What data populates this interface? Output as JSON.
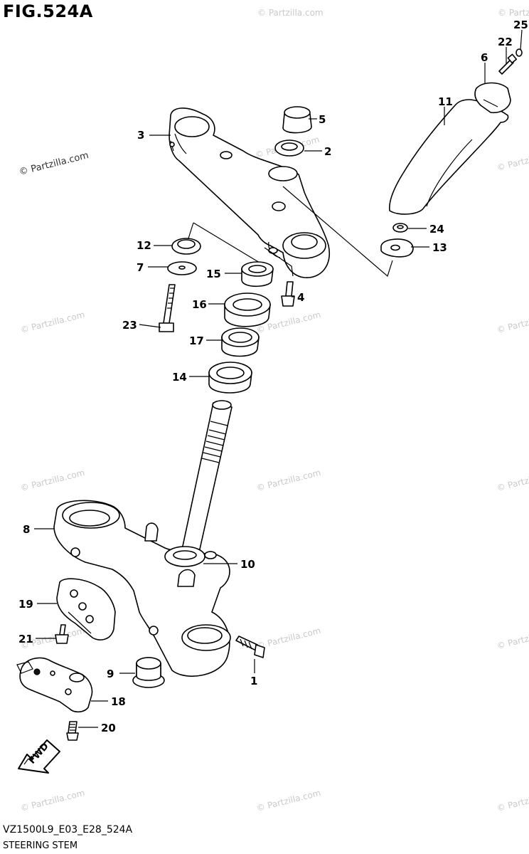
{
  "figure_title": "FIG.524A",
  "footer": {
    "code": "VZ1500L9_E03_E28_524A",
    "name": "STEERING STEM"
  },
  "watermarks": {
    "dark": "© Partzilla.com",
    "light": "© Partzilla.com"
  },
  "fwd_label": "FWD",
  "callouts": [
    {
      "id": "1",
      "label": "1"
    },
    {
      "id": "2",
      "label": "2"
    },
    {
      "id": "3",
      "label": "3"
    },
    {
      "id": "4",
      "label": "4"
    },
    {
      "id": "5",
      "label": "5"
    },
    {
      "id": "6",
      "label": "6"
    },
    {
      "id": "7",
      "label": "7"
    },
    {
      "id": "8",
      "label": "8"
    },
    {
      "id": "9",
      "label": "9"
    },
    {
      "id": "10",
      "label": "10"
    },
    {
      "id": "11",
      "label": "11"
    },
    {
      "id": "12",
      "label": "12"
    },
    {
      "id": "13",
      "label": "13"
    },
    {
      "id": "14",
      "label": "14"
    },
    {
      "id": "15",
      "label": "15"
    },
    {
      "id": "16",
      "label": "16"
    },
    {
      "id": "17",
      "label": "17"
    },
    {
      "id": "18",
      "label": "18"
    },
    {
      "id": "19",
      "label": "19"
    },
    {
      "id": "20",
      "label": "20"
    },
    {
      "id": "21",
      "label": "21"
    },
    {
      "id": "22",
      "label": "22"
    },
    {
      "id": "23",
      "label": "23"
    },
    {
      "id": "24",
      "label": "24"
    },
    {
      "id": "25",
      "label": "25"
    }
  ]
}
